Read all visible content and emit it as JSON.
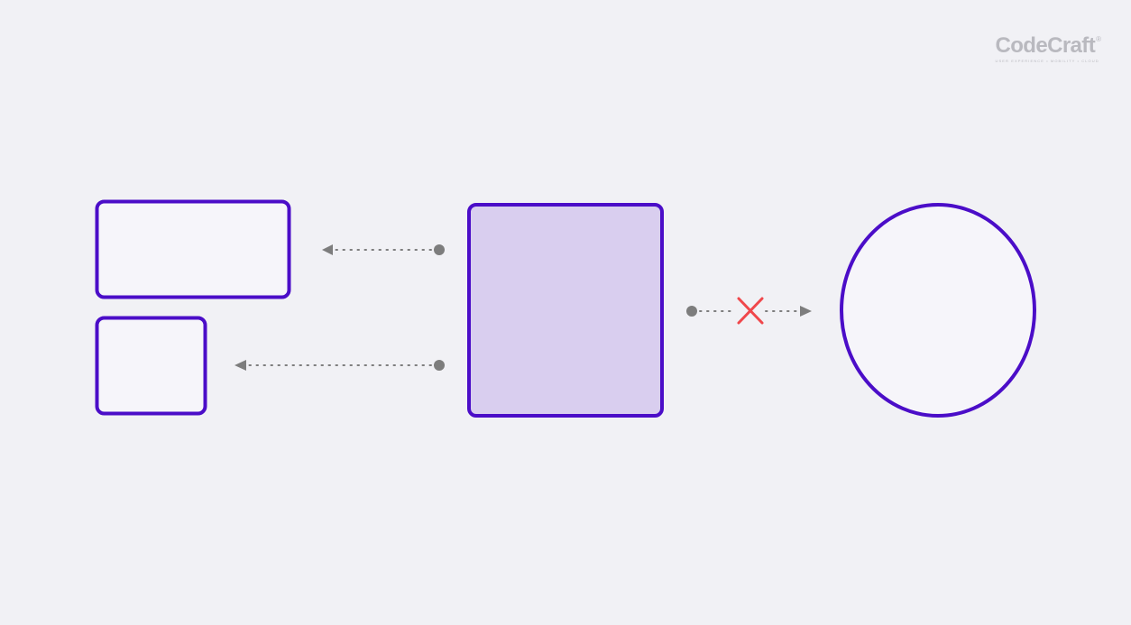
{
  "brand": {
    "name": "CodeCraft",
    "registered_mark": "®",
    "tagline": "USER EXPERIENCE • MOBILITY • CLOUD"
  },
  "colors": {
    "background": "#f1f1f5",
    "shape_stroke": "#4b0dc8",
    "shape_fill": "#f6f5fa",
    "highlight_fill": "#d9ceef",
    "connector": "#7d7d7d",
    "blocked_mark": "#f0474b",
    "logo": "#b9b9bf"
  },
  "diagram": {
    "nodes": [
      {
        "id": "wide-rectangle",
        "shape": "rounded-rectangle",
        "highlighted": false
      },
      {
        "id": "small-rectangle",
        "shape": "rounded-rectangle",
        "highlighted": false
      },
      {
        "id": "center-square",
        "shape": "rounded-square",
        "highlighted": true
      },
      {
        "id": "ellipse",
        "shape": "ellipse",
        "highlighted": false
      }
    ],
    "edges": [
      {
        "from": "center-square",
        "to": "wide-rectangle",
        "style": "dotted",
        "blocked": false
      },
      {
        "from": "center-square",
        "to": "small-rectangle",
        "style": "dotted",
        "blocked": false
      },
      {
        "from": "center-square",
        "to": "ellipse",
        "style": "dotted",
        "blocked": true
      }
    ]
  }
}
